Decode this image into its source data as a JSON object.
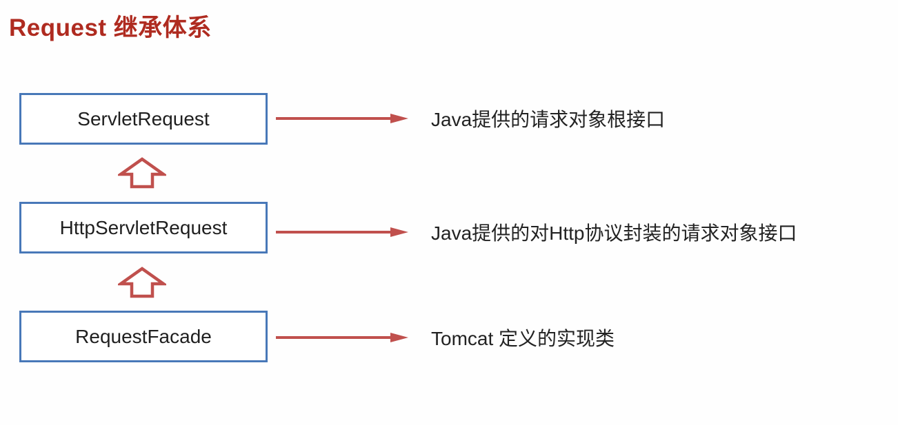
{
  "title": "Request 继承体系",
  "hierarchy": [
    {
      "class_name": "ServletRequest",
      "description": "Java提供的请求对象根接口"
    },
    {
      "class_name": "HttpServletRequest",
      "description": "Java提供的对Http协议封装的请求对象接口"
    },
    {
      "class_name": "RequestFacade",
      "description": "Tomcat 定义的实现类"
    }
  ],
  "icons": {
    "right_arrow_icon": "→",
    "up_arrow_icon": "⇧"
  },
  "colors": {
    "title_red": "#af2b20",
    "box_border_blue": "#4878b8",
    "arrow_red": "#c0504d",
    "text_color": "#1f1f1f",
    "background": "#fefefe"
  }
}
